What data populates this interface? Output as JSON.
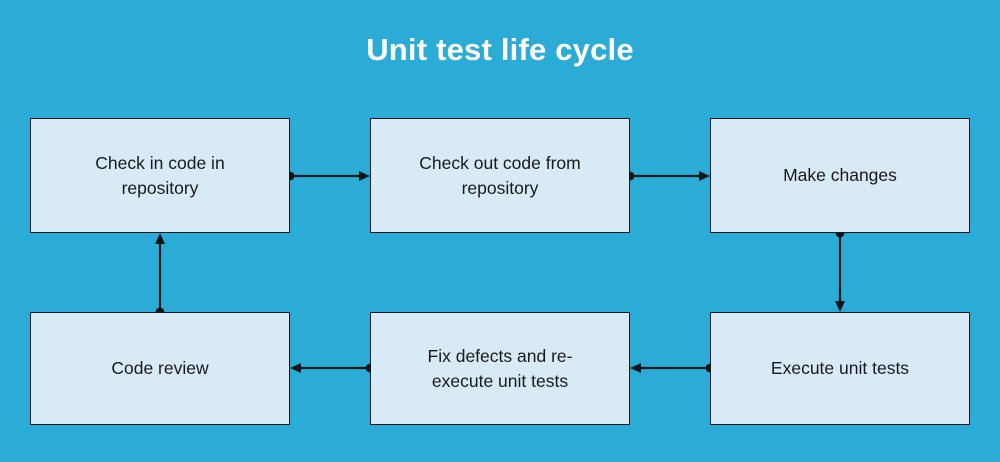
{
  "page": {
    "title": "Unit test life cycle",
    "background_color": "#2BACD6",
    "node_fill_color": "#D7EAF6",
    "node_border_color": "#11161A",
    "title_color": "#FFFFFF",
    "label_color": "#1A1A1A"
  },
  "diagram": {
    "type": "flowchart",
    "nodes": [
      {
        "id": "checkin",
        "label": "Check in code in\nrepository",
        "row": "top",
        "column": 1
      },
      {
        "id": "checkout",
        "label": "Check out code from\nrepository",
        "row": "top",
        "column": 2
      },
      {
        "id": "changes",
        "label": "Make changes",
        "row": "top",
        "column": 3
      },
      {
        "id": "review",
        "label": "Code review",
        "row": "bottom",
        "column": 1
      },
      {
        "id": "fix",
        "label": "Fix defects and re-\nexecute unit tests",
        "row": "bottom",
        "column": 2
      },
      {
        "id": "execute",
        "label": "Execute unit tests",
        "row": "bottom",
        "column": 3
      }
    ],
    "edges": [
      {
        "from": "checkin",
        "to": "checkout",
        "direction": "right"
      },
      {
        "from": "checkout",
        "to": "changes",
        "direction": "right"
      },
      {
        "from": "changes",
        "to": "execute",
        "direction": "down"
      },
      {
        "from": "execute",
        "to": "fix",
        "direction": "left"
      },
      {
        "from": "fix",
        "to": "review",
        "direction": "left"
      },
      {
        "from": "review",
        "to": "checkin",
        "direction": "up"
      }
    ]
  }
}
